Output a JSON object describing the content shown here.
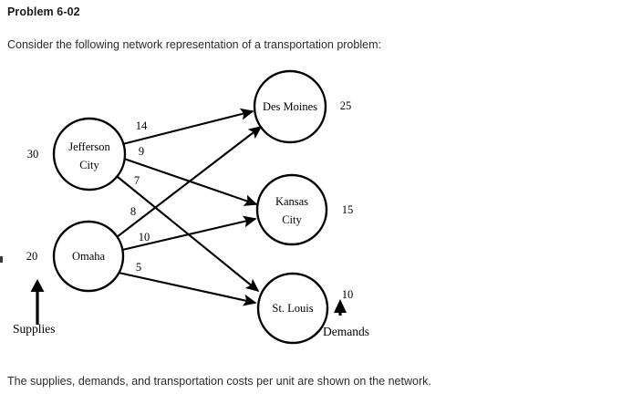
{
  "page": {
    "title": "Problem 6-02",
    "intro": "Consider the following network representation of a transportation problem:",
    "caption": "The supplies, demands, and transportation costs per unit are shown on the network."
  },
  "figure": {
    "supplies_label": "Supplies",
    "demands_label": "Demands",
    "supply_nodes": [
      {
        "id": "jefferson-city",
        "name_line1": "Jefferson",
        "name_line2": "City",
        "supply": "30"
      },
      {
        "id": "omaha",
        "name_line1": "Omaha",
        "name_line2": "",
        "supply": "20"
      }
    ],
    "demand_nodes": [
      {
        "id": "des-moines",
        "name_line1": "Des Moines",
        "name_line2": "",
        "demand": "25"
      },
      {
        "id": "kansas-city",
        "name_line1": "Kansas",
        "name_line2": "City",
        "demand": "15"
      },
      {
        "id": "st-louis",
        "name_line1": "St. Louis",
        "name_line2": "",
        "demand": "10"
      }
    ],
    "arcs": [
      {
        "from": "jefferson-city",
        "to": "des-moines",
        "cost": "14"
      },
      {
        "from": "jefferson-city",
        "to": "kansas-city",
        "cost": "9"
      },
      {
        "from": "jefferson-city",
        "to": "st-louis",
        "cost": "7"
      },
      {
        "from": "omaha",
        "to": "des-moines",
        "cost": "8"
      },
      {
        "from": "omaha",
        "to": "kansas-city",
        "cost": "10"
      },
      {
        "from": "omaha",
        "to": "st-louis",
        "cost": "5"
      }
    ]
  },
  "colors": {
    "stroke": "#000000",
    "text": "#2b2b2b",
    "background": "#ffffff"
  }
}
